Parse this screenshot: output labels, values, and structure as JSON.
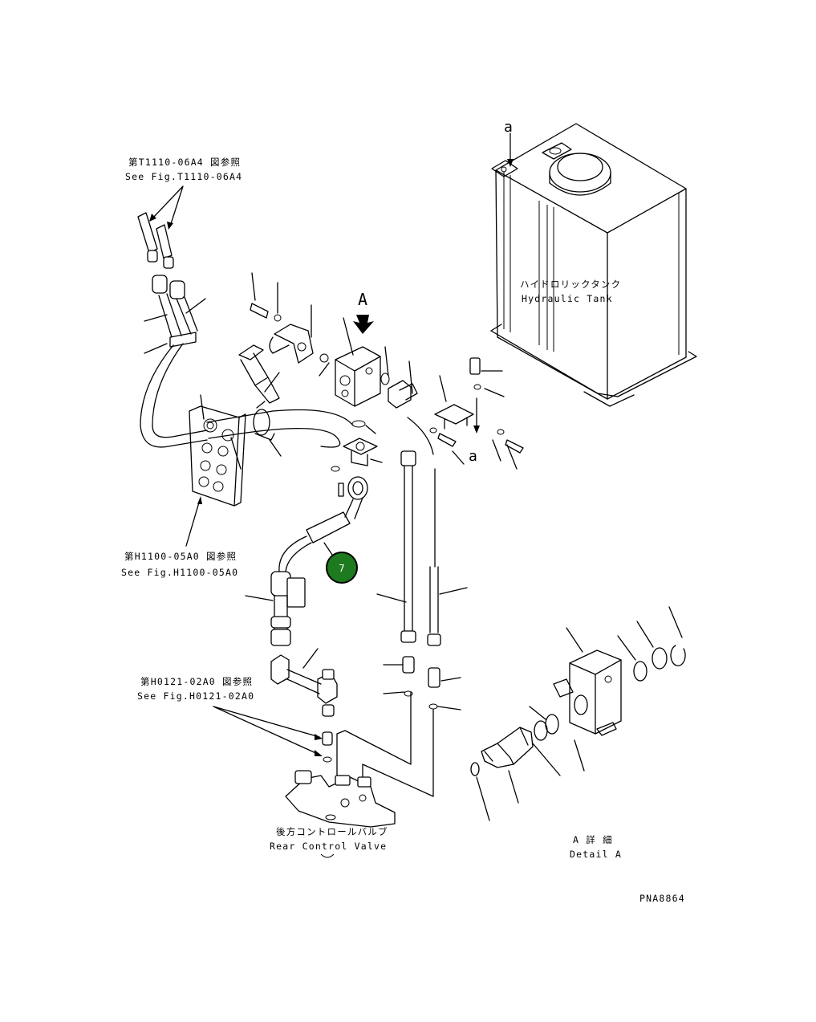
{
  "diagram": {
    "ref_t1110_jp": "第T1110-06A4 図参照",
    "ref_t1110_en": "See Fig.T1110-06A4",
    "ref_h1100_jp": "第H1100-05A0 図参照",
    "ref_h1100_en": "See Fig.H1100-05A0",
    "ref_h0121_jp": "第H0121-02A0 図参照",
    "ref_h0121_en": "See Fig.H0121-02A0",
    "tank_jp": "ハイドロリックタンク",
    "tank_en": "Hydraulic Tank",
    "valve_jp": "後方コントロールバルブ",
    "valve_en": "Rear Control Valve",
    "detail_jp": "A 詳 細",
    "detail_en": "Detail A",
    "label_a_top": "a",
    "label_a_mid": "a",
    "label_A": "A",
    "drawing_no": "PNA8864"
  },
  "hotspot": {
    "number": "7",
    "fill": "#1e7a1e",
    "stroke": "#000000",
    "text_color": "#ffffff"
  }
}
